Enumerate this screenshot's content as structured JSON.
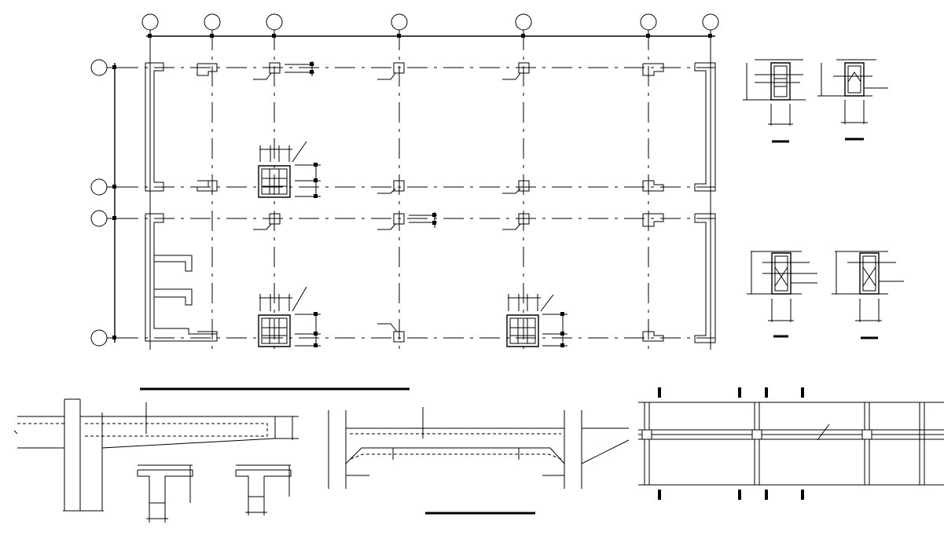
{
  "drawing": {
    "type": "structural-cad-sheet",
    "views": [
      "column-layout-plan",
      "column-section-details",
      "cantilever-beam-section",
      "t-beam-sections",
      "haunched-beam-elevation",
      "beam-grid-plan"
    ],
    "plan_grid": {
      "vertical_gridlines": 7,
      "horizontal_gridlines": 4,
      "grid_bubbles_labeled": false
    },
    "colors": {
      "linework": "#000000",
      "background": "#ffffff"
    }
  }
}
